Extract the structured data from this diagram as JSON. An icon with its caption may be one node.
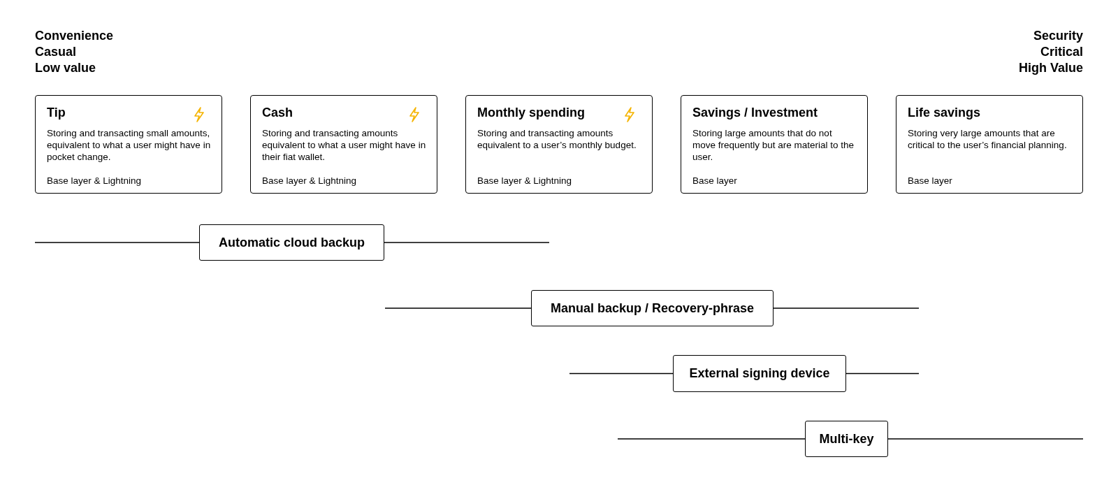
{
  "diagram": {
    "nodes": [
      {
        "text": [
          "Tip",
          "Storing and transacting small amounts, equivalent to what a user might have in pocket change.",
          "Base layer & Lightning"
        ]
      },
      {
        "text": [
          "Cash",
          "Storing and transacting amounts equivalent to what a user might have in their fiat wallet.",
          "Base layer & Lightning"
        ]
      },
      {
        "text": [
          "Monthly spending",
          "Storing and transacting amounts equivalent to a user’s monthly budget.",
          "Base layer & Lightning"
        ]
      },
      {
        "text": [
          "Savings / Investment",
          "Storing large amounts that do not move frequently but are material to the user.",
          "Base layer"
        ]
      },
      {
        "text": [
          "Life savings",
          "Storing very large amounts that are critical to the user’s financial planning.",
          "Base layer"
        ]
      },
      {
        "text": [
          "Automatic cloud backup"
        ]
      },
      {
        "text": [
          "Manual backup / Recovery-phrase"
        ]
      },
      {
        "text": [
          "External signing device"
        ]
      },
      {
        "text": [
          "Multi-key"
        ]
      }
    ],
    "labels": [
      "Convenience",
      "Casual",
      "Low value",
      "Security",
      "Critical",
      "High Value"
    ]
  }
}
